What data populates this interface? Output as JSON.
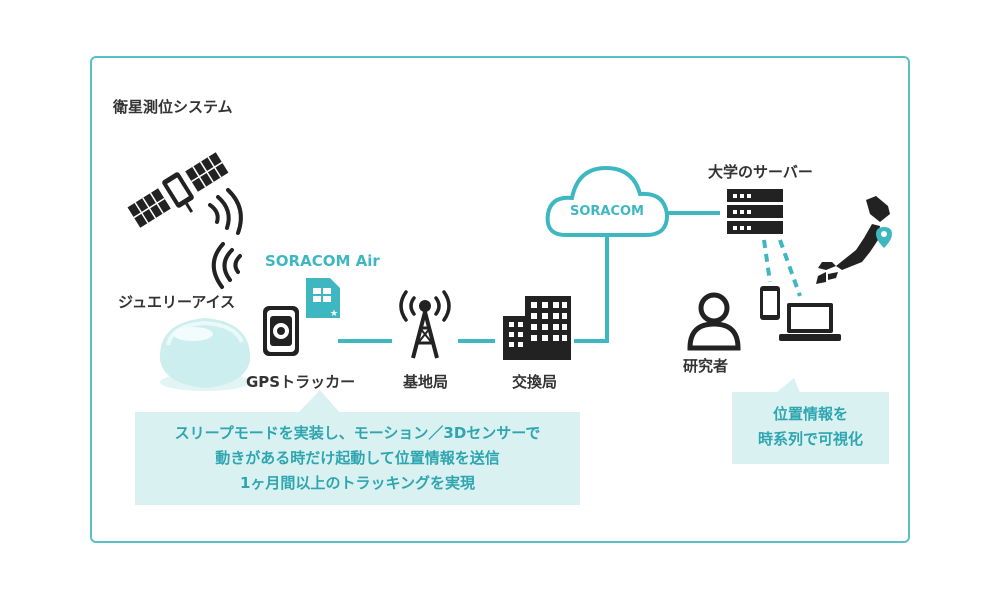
{
  "labels": {
    "satellite": "衛星測位システム",
    "jewelry": "ジュエリーアイス",
    "soracom_air": "SORACOM Air",
    "gps_tracker": "GPSトラッカー",
    "base_station": "基地局",
    "exchange": "交換局",
    "cloud": "SORACOM",
    "university_server": "大学のサーバー",
    "researcher": "研究者"
  },
  "callouts": {
    "left": [
      "スリープモードを実装し、モーション／3Dセンサーで",
      "動きがある時だけ起動して位置情報を送信",
      "1ヶ月間以上のトラッキングを実現"
    ],
    "right": [
      "位置情報を",
      "時系列で可視化"
    ]
  },
  "colors": {
    "accent": "#3fb7c1",
    "dark": "#222222",
    "callout_bg": "#daf1f2",
    "frame": "#5bbfc6"
  },
  "icons": [
    "satellite-icon",
    "signal-waves-icon",
    "ice-jewel-icon",
    "sim-card-icon",
    "gps-tracker-icon",
    "cell-tower-icon",
    "building-icon",
    "cloud-icon",
    "server-icon",
    "person-icon",
    "smartphone-icon",
    "laptop-icon",
    "japan-map-icon",
    "map-pin-icon"
  ]
}
